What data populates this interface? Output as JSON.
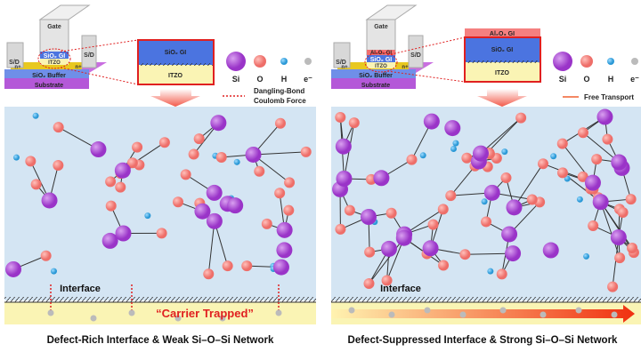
{
  "left": {
    "device_labels": {
      "gate": "Gate",
      "sd1": "S/D",
      "sd2": "S/D",
      "gi": "SiO₂ GI",
      "channel": "ITZO",
      "nplus1": "n+",
      "nplus2": "n+",
      "buffer": "SiO₂ Buffer",
      "substrate": "Substrate"
    },
    "zoom_labels": {
      "gi": "SiO₂ GI",
      "channel": "ITZO"
    },
    "legend": {
      "si": "Si",
      "o": "O",
      "h": "H",
      "e": "e⁻",
      "line": "Dangling-Bond",
      "line2": "Coulomb Force"
    },
    "interface_label": "Interface",
    "trapped_label": "“Carrier Trapped”",
    "caption": "Defect-Rich Interface & Weak Si–O–Si Network"
  },
  "right": {
    "device_labels": {
      "gate": "Gate",
      "sd1": "S/D",
      "sd2": "S/D",
      "al": "Al₂O₃ GI",
      "gi": "SiO₂ GI",
      "channel": "ITZO",
      "nplus1": "n+",
      "nplus2": "n+",
      "buffer": "SiO₂ Buffer",
      "substrate": "Substrate"
    },
    "zoom_labels": {
      "al": "Al₂O₃ GI",
      "gi": "SiO₂ GI",
      "channel": "ITZO"
    },
    "legend": {
      "si": "Si",
      "o": "O",
      "h": "H",
      "e": "e⁻",
      "line": "Free Transport"
    },
    "interface_label": "Interface",
    "caption": "Defect-Suppressed Interface & Strong Si–O–Si Network"
  },
  "colors": {
    "si": "#a23fd0",
    "o": "#f2817c",
    "h": "#3aa7e0",
    "e": "#b8b8b8",
    "panel": "#d4e5f3",
    "interface": "#faf4b4",
    "gi": "#4b74e0",
    "al": "#f58080",
    "red": "#e02020"
  }
}
